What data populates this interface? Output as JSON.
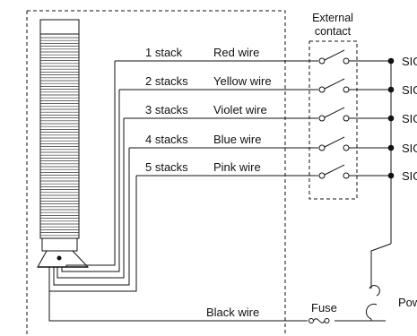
{
  "external_contact": {
    "line1": "External",
    "line2": "contact"
  },
  "wires": [
    {
      "stack": "1 stack",
      "color": "Red wire",
      "sig": "SIG"
    },
    {
      "stack": "2 stacks",
      "color": "Yellow wire",
      "sig": "SIG"
    },
    {
      "stack": "3 stacks",
      "color": "Violet wire",
      "sig": "SIG"
    },
    {
      "stack": "4 stacks",
      "color": "Blue wire",
      "sig": "SIG"
    },
    {
      "stack": "5 stacks",
      "color": "Pink wire",
      "sig": "SIG"
    }
  ],
  "black_wire": "Black wire",
  "fuse": "Fuse",
  "power": "Power"
}
